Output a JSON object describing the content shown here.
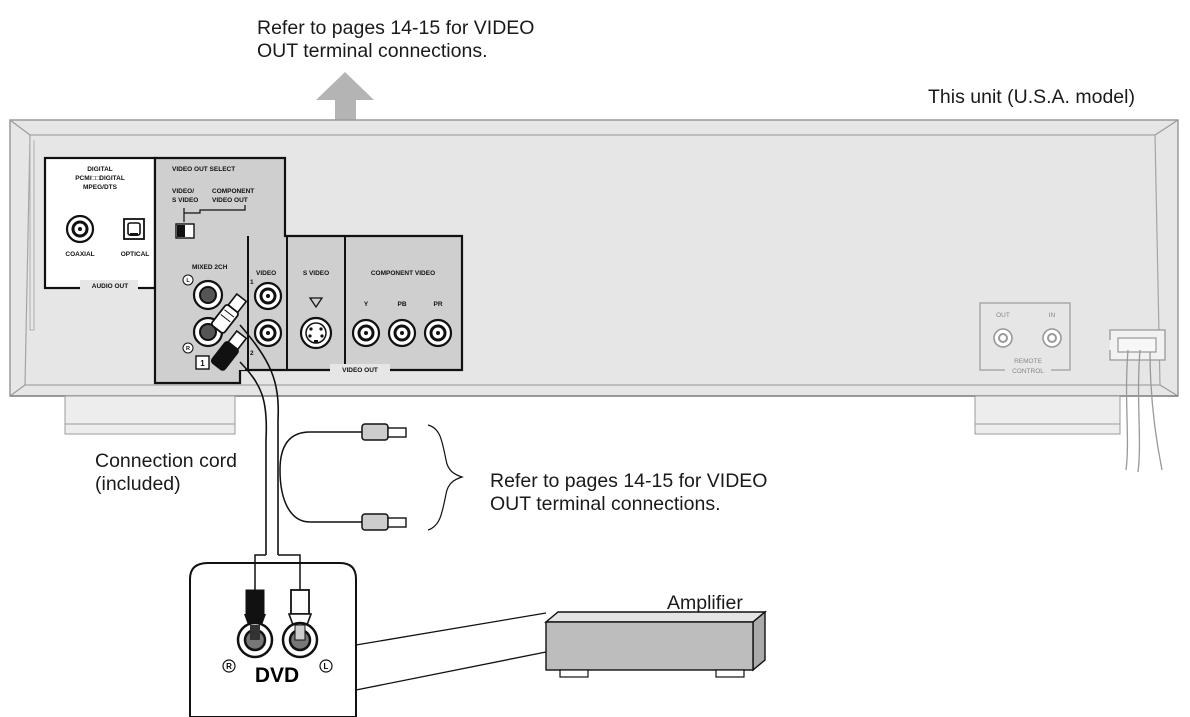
{
  "callouts": {
    "top_refer": [
      "Refer to pages 14-15 for VIDEO",
      "OUT terminal connections."
    ],
    "unit_caption": "This unit (U.S.A. model)",
    "cord": [
      "Connection cord",
      "(included)"
    ],
    "right_refer": [
      "Refer to pages 14-15 for VIDEO",
      "OUT terminal connections."
    ],
    "amplifier": "Amplifier"
  },
  "panel": {
    "digital_header": [
      "DIGITAL",
      "PCM/□□DIGITAL",
      "MPEG/DTS"
    ],
    "coaxial": "COAXIAL",
    "optical": "OPTICAL",
    "audio_out": "AUDIO OUT",
    "video_out_select": "VIDEO OUT SELECT",
    "select_left": [
      "VIDEO/",
      "S VIDEO"
    ],
    "select_right": [
      "COMPONENT",
      "VIDEO OUT"
    ],
    "mixed_2ch": "MIXED 2CH",
    "mixed_l": "L",
    "mixed_r": "R",
    "jack_number": "1",
    "video": "VIDEO",
    "video_1": "1",
    "video_2": "2",
    "s_video": "S VIDEO",
    "component_video": "COMPONENT VIDEO",
    "comp_y": "Y",
    "comp_pb": "PB",
    "comp_pr": "PR",
    "video_out": "VIDEO OUT",
    "remote_out": "OUT",
    "remote_in": "IN",
    "remote_control": [
      "REMOTE",
      "CONTROL"
    ]
  },
  "dvd_inset": {
    "label": "DVD",
    "r_mark": "R",
    "l_mark": "L"
  }
}
